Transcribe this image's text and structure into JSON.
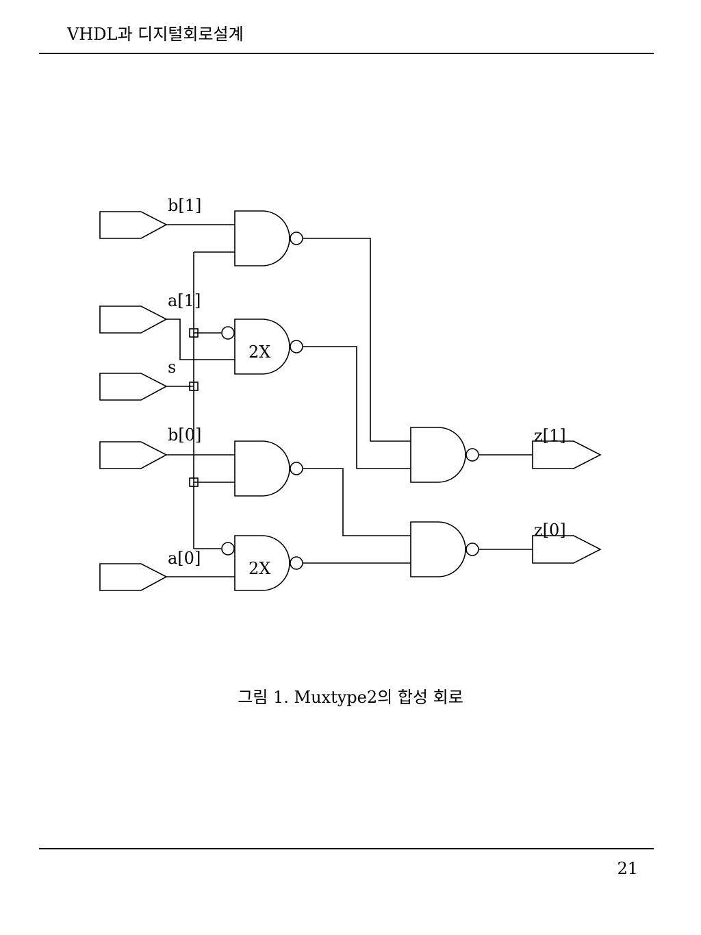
{
  "header": {
    "title": "VHDL과 디지털회로설계"
  },
  "schematic": {
    "input_labels": [
      "b[1]",
      "a[1]",
      "s",
      "b[0]",
      "a[0]"
    ],
    "output_labels": [
      "z[1]",
      "z[0]"
    ],
    "gate_labels": [
      "2X",
      "2X"
    ]
  },
  "caption": "그림 1. Muxtype2의 합성 회로",
  "footer": {
    "page_number": "21"
  }
}
